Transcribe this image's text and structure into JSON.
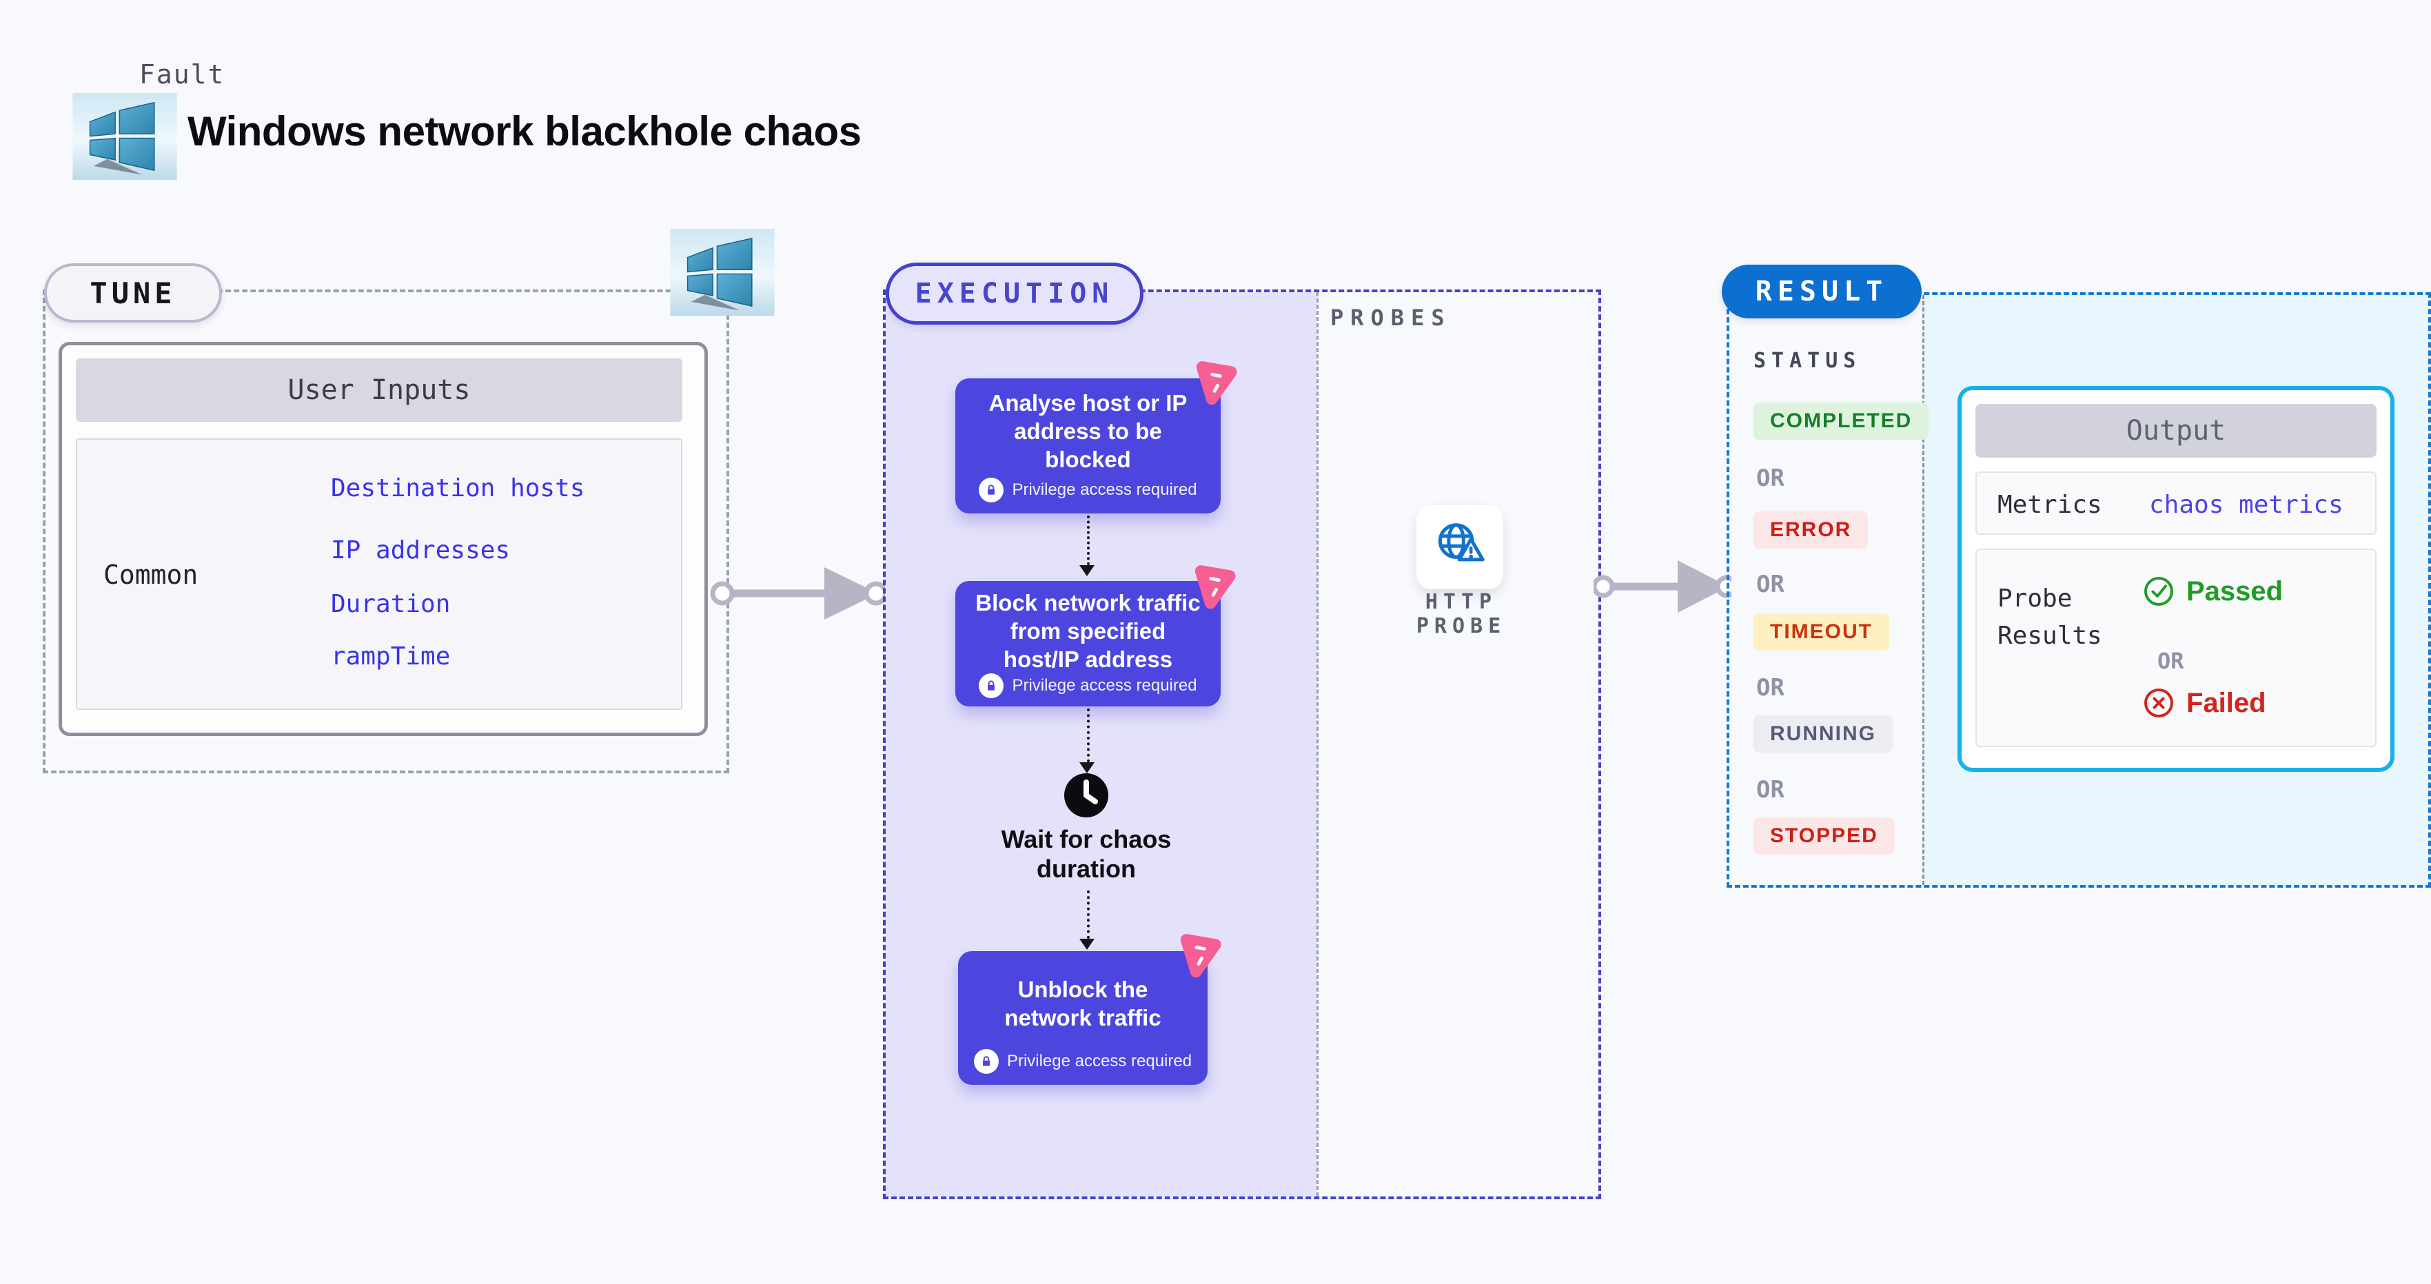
{
  "header": {
    "kicker": "Fault",
    "title": "Windows network blackhole chaos"
  },
  "tune": {
    "label": "TUNE",
    "user_inputs": {
      "header": "User Inputs",
      "row_label": "Common",
      "items": [
        "Destination hosts",
        "IP addresses",
        "Duration",
        "rampTime"
      ]
    }
  },
  "execution": {
    "label": "EXECUTION",
    "privilege_label": "Privilege access required",
    "steps": [
      "Analyse host or IP address to be blocked",
      "Block network traffic from specified host/IP address",
      "Unblock the network traffic"
    ],
    "wait_label": "Wait for chaos duration"
  },
  "probes": {
    "label": "PROBES",
    "http_probe_label": "HTTP PROBE"
  },
  "result": {
    "label": "RESULT",
    "status_heading": "STATUS",
    "or_label": "OR",
    "statuses": [
      {
        "text": "COMPLETED",
        "type": "success"
      },
      {
        "text": "ERROR",
        "type": "error"
      },
      {
        "text": "TIMEOUT",
        "type": "warning"
      },
      {
        "text": "RUNNING",
        "type": "neutral"
      },
      {
        "text": "STOPPED",
        "type": "error"
      }
    ],
    "output": {
      "header": "Output",
      "metrics_label": "Metrics",
      "metrics_value": "chaos metrics",
      "probe_results_label": "Probe Results",
      "passed_label": "Passed",
      "or_label": "OR",
      "failed_label": "Failed"
    }
  },
  "colors": {
    "accent_indigo": "#4541cc",
    "card_purple": "#4c46de",
    "link_blue": "#3b33e8",
    "result_blue": "#0d70d0",
    "output_border_cyan": "#17b1e9",
    "passed_green": "#1f9d27",
    "failed_red": "#d2241b",
    "chaos_pink": "#f55f93"
  }
}
